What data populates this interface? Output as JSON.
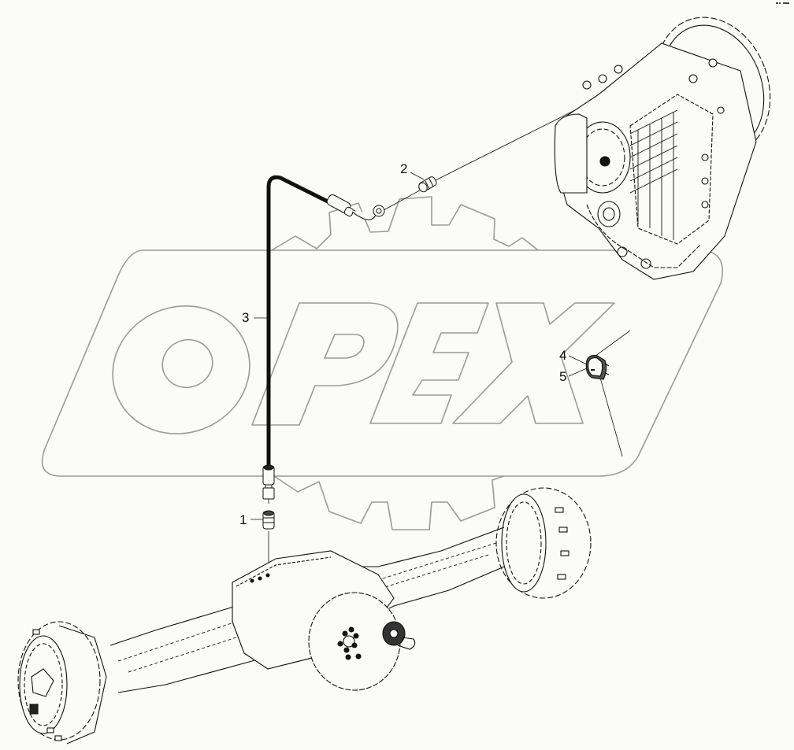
{
  "diagram": {
    "type": "exploded-parts-view",
    "background": "#fbfcfa",
    "line_color": "#111111",
    "watermark": {
      "text": "OPEX",
      "stroke_color": "#9a9a9a",
      "elements": [
        "rounded-parallelogram-frame",
        "gear-outline",
        "outlined-letters"
      ]
    },
    "corner_mark": "▪▪ ▪▪▪",
    "assemblies": [
      {
        "name": "transmission",
        "position": "top-right"
      },
      {
        "name": "drive-axle",
        "position": "bottom"
      },
      {
        "name": "hydraulic-line",
        "position": "center-left"
      }
    ],
    "callouts": [
      {
        "id": "1",
        "label": "1",
        "part": "straight-fitting-at-axle"
      },
      {
        "id": "2",
        "label": "2",
        "part": "straight-fitting-at-transmission"
      },
      {
        "id": "3",
        "label": "3",
        "part": "hose-line"
      },
      {
        "id": "4",
        "label": "4",
        "part": "connector-body"
      },
      {
        "id": "5",
        "label": "5",
        "part": "connector-seal"
      }
    ]
  }
}
